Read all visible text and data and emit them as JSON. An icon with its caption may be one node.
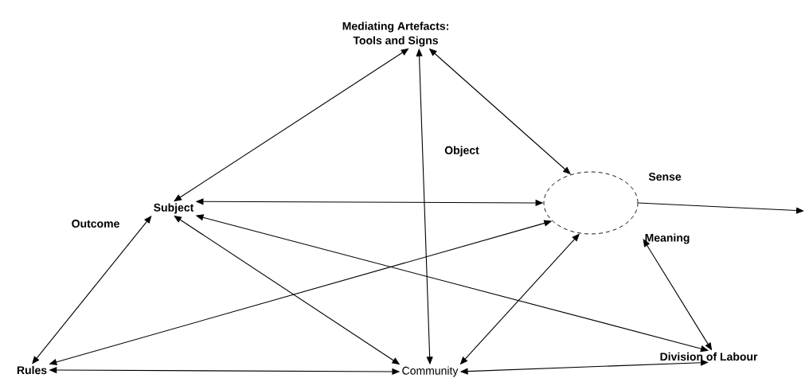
{
  "diagram": {
    "nodes": [
      {
        "text": [
          "Mediating Artefacts:",
          "Tools and Signs"
        ]
      },
      {
        "text": [
          "Subject"
        ]
      },
      {
        "text": [],
        "shape": "ellipse",
        "beside": [
          "Sense"
        ]
      },
      {
        "text": [
          "Rules"
        ]
      },
      {
        "text": [
          "Community"
        ]
      },
      {
        "text": [
          "Division of Labour"
        ]
      },
      {
        "text": [
          "Meaning"
        ]
      }
    ],
    "edges": [
      {
        "from": 0,
        "to": 1,
        "arrow": "both"
      },
      {
        "from": 0,
        "to": 4,
        "arrow": "both"
      },
      {
        "from": 0,
        "to": 2,
        "arrow": "both"
      },
      {
        "from": 1,
        "to": 2,
        "arrow": "both"
      },
      {
        "from": 2,
        "to": null,
        "arrow": "to"
      },
      {
        "from": 1,
        "to": 5,
        "arrow": "both"
      },
      {
        "from": 1,
        "to": 3,
        "arrow": "both"
      },
      {
        "from": 1,
        "to": 4,
        "arrow": "both"
      },
      {
        "from": 3,
        "to": 2,
        "arrow": "both"
      },
      {
        "from": 4,
        "to": 2,
        "arrow": "both"
      },
      {
        "from": 6,
        "to": 5,
        "arrow": "both"
      },
      {
        "from": 3,
        "to": 4,
        "arrow": "both"
      },
      {
        "from": 4,
        "to": 5,
        "arrow": "both"
      }
    ],
    "labels": [
      "Object",
      "Outcome"
    ]
  }
}
